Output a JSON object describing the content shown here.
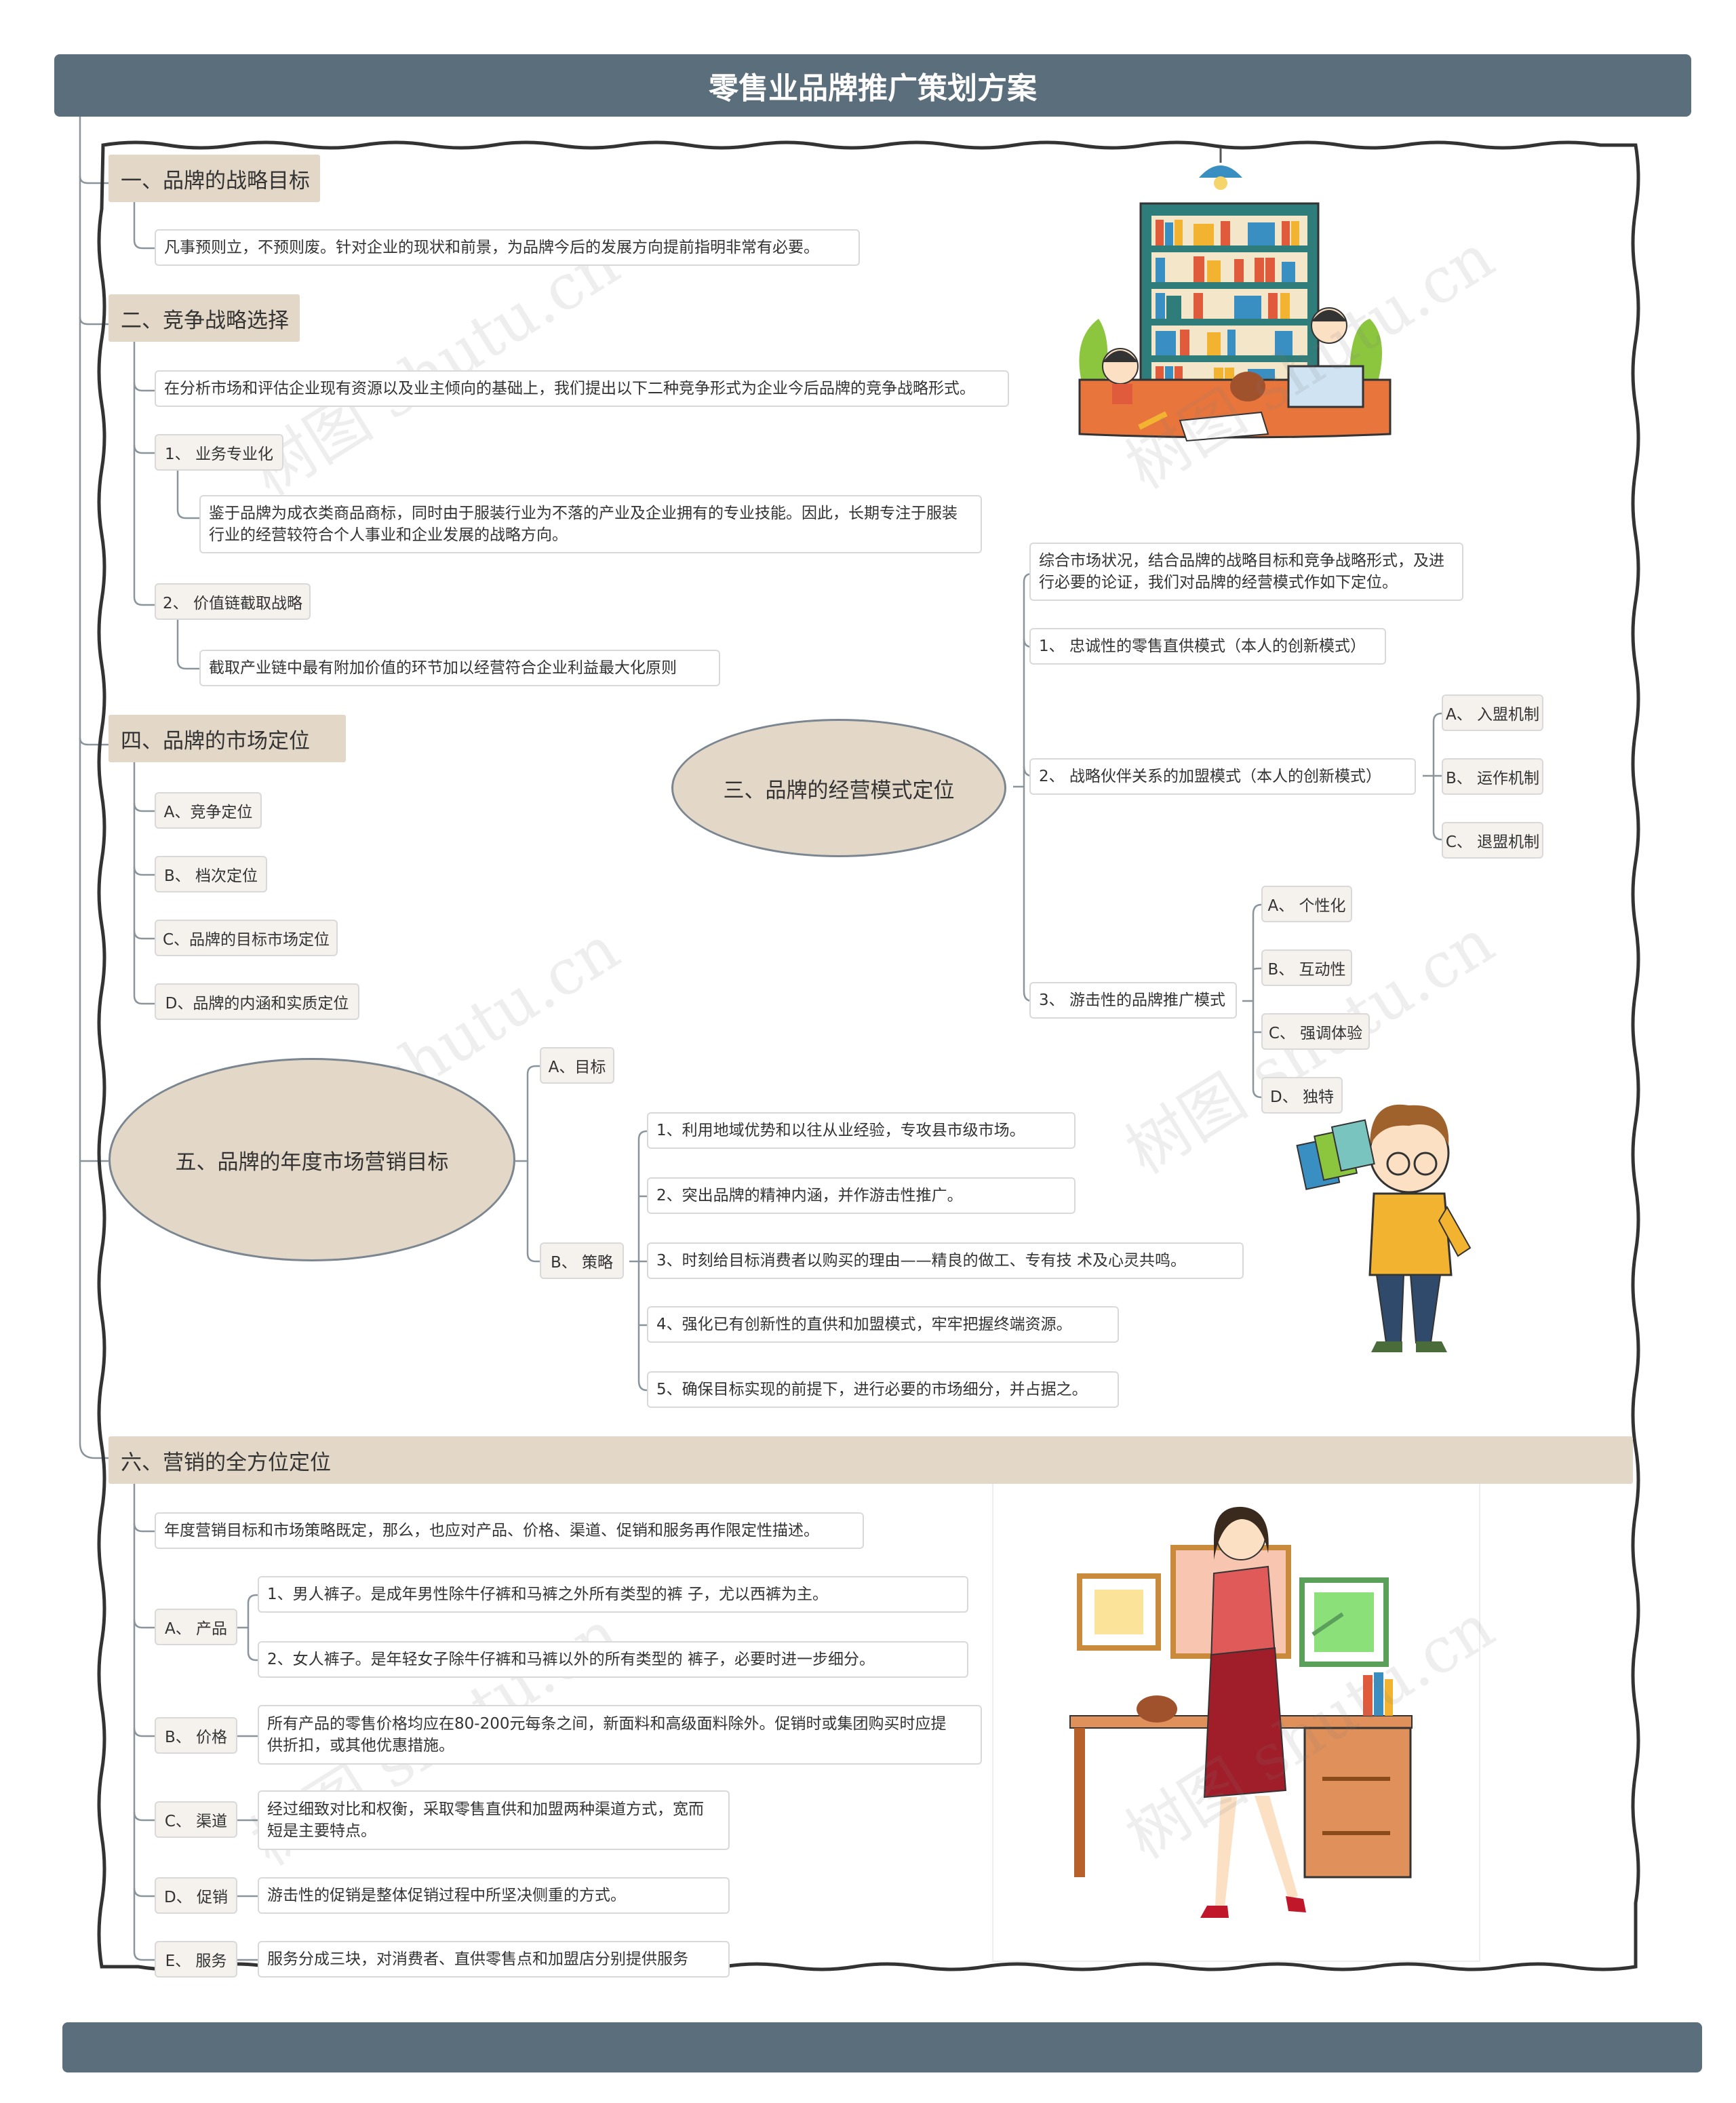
{
  "title": "零售业品牌推广策划方案",
  "watermark": "树图 shutu.cn",
  "colors": {
    "bar": "#5b6e7b",
    "section": "#e3d8c8",
    "line": "#7b8690"
  },
  "sections": {
    "s1": {
      "label": "一、品牌的战略目标",
      "text": "凡事预则立，不预则废。针对企业的现状和前景，为品牌今后的发展方向提前指明非常有必要。"
    },
    "s2": {
      "label": "二、竞争战略选择",
      "intro": "在分析市场和评估企业现有资源以及业主倾向的基础上，我们提出以下二种竞争形式为企业今后品牌的竞争战略形式。",
      "item1": "1、 业务专业化",
      "item1_text_l1": "鉴于品牌为成衣类商品商标，同时由于服装行业为不落的产业及企业拥有的专业技能。因此，长期专注于服装",
      "item1_text_l2": "行业的经营较符合个人事业和企业发展的战略方向。",
      "item2": "2、 价值链截取战略",
      "item2_text": "截取产业链中最有附加价值的环节加以经营符合企业利益最大化原则"
    },
    "s3": {
      "label": "三、品牌的经营模式定位",
      "intro_l1": "综合市场状况，结合品牌的战略目标和竞争战略形式，及进",
      "intro_l2": "行必要的论证，我们对品牌的经营模式作如下定位。",
      "m1": "1、 忠诚性的零售直供模式（本人的创新模式）",
      "m2": "2、 战略伙伴关系的加盟模式（本人的创新模式）",
      "m2_subs": [
        "A、 入盟机制",
        "B、 运作机制",
        "C、 退盟机制"
      ],
      "m3": "3、 游击性的品牌推广模式",
      "m3_subs": [
        "A、 个性化",
        "B、 互动性",
        "C、 强调体验",
        "D、 独特"
      ]
    },
    "s4": {
      "label": "四、品牌的市场定位",
      "items": [
        "A、竞争定位",
        "B、 档次定位",
        "C、品牌的目标市场定位",
        "D、品牌的内涵和实质定位"
      ]
    },
    "s5": {
      "label": "五、品牌的年度市场营销目标",
      "a": "A、目标",
      "b": "B、 策略",
      "strategies": [
        "1、利用地域优势和以往从业经验，专攻县市级市场。",
        "2、突出品牌的精神内涵，并作游击性推广。",
        "3、时刻给目标消费者以购买的理由——精良的做工、专有技 术及心灵共鸣。",
        "4、强化已有创新性的直供和加盟模式，牢牢把握终端资源。",
        "5、确保目标实现的前提下，进行必要的市场细分，并占据之。"
      ]
    },
    "s6": {
      "label": "六、营销的全方位定位",
      "intro": "年度营销目标和市场策略既定，那么，也应对产品、价格、渠道、促销和服务再作限定性描述。",
      "product": "A、 产品",
      "product_1": "1、男人裤子。是成年男性除牛仔裤和马裤之外所有类型的裤 子，尤以西裤为主。",
      "product_2": "2、女人裤子。是年轻女子除牛仔裤和马裤以外的所有类型的 裤子，必要时进一步细分。",
      "price": "B、 价格",
      "price_l1": "所有产品的零售价格均应在80-200元每条之间，新面料和高级面料除外。促销时或集团购买时应提",
      "price_l2": "供折扣，或其他优惠措施。",
      "channel": "C、 渠道",
      "channel_l1": "经过细致对比和权衡，采取零售直供和加盟两种渠道方式，宽而",
      "channel_l2": "短是主要特点。",
      "promo": "D、 促销",
      "promo_text": "游击性的促销是整体促销过程中所坚决侧重的方式。",
      "service": "E、 服务",
      "service_text": "服务分成三块，对消费者、直供零售点和加盟店分别提供服务"
    }
  }
}
